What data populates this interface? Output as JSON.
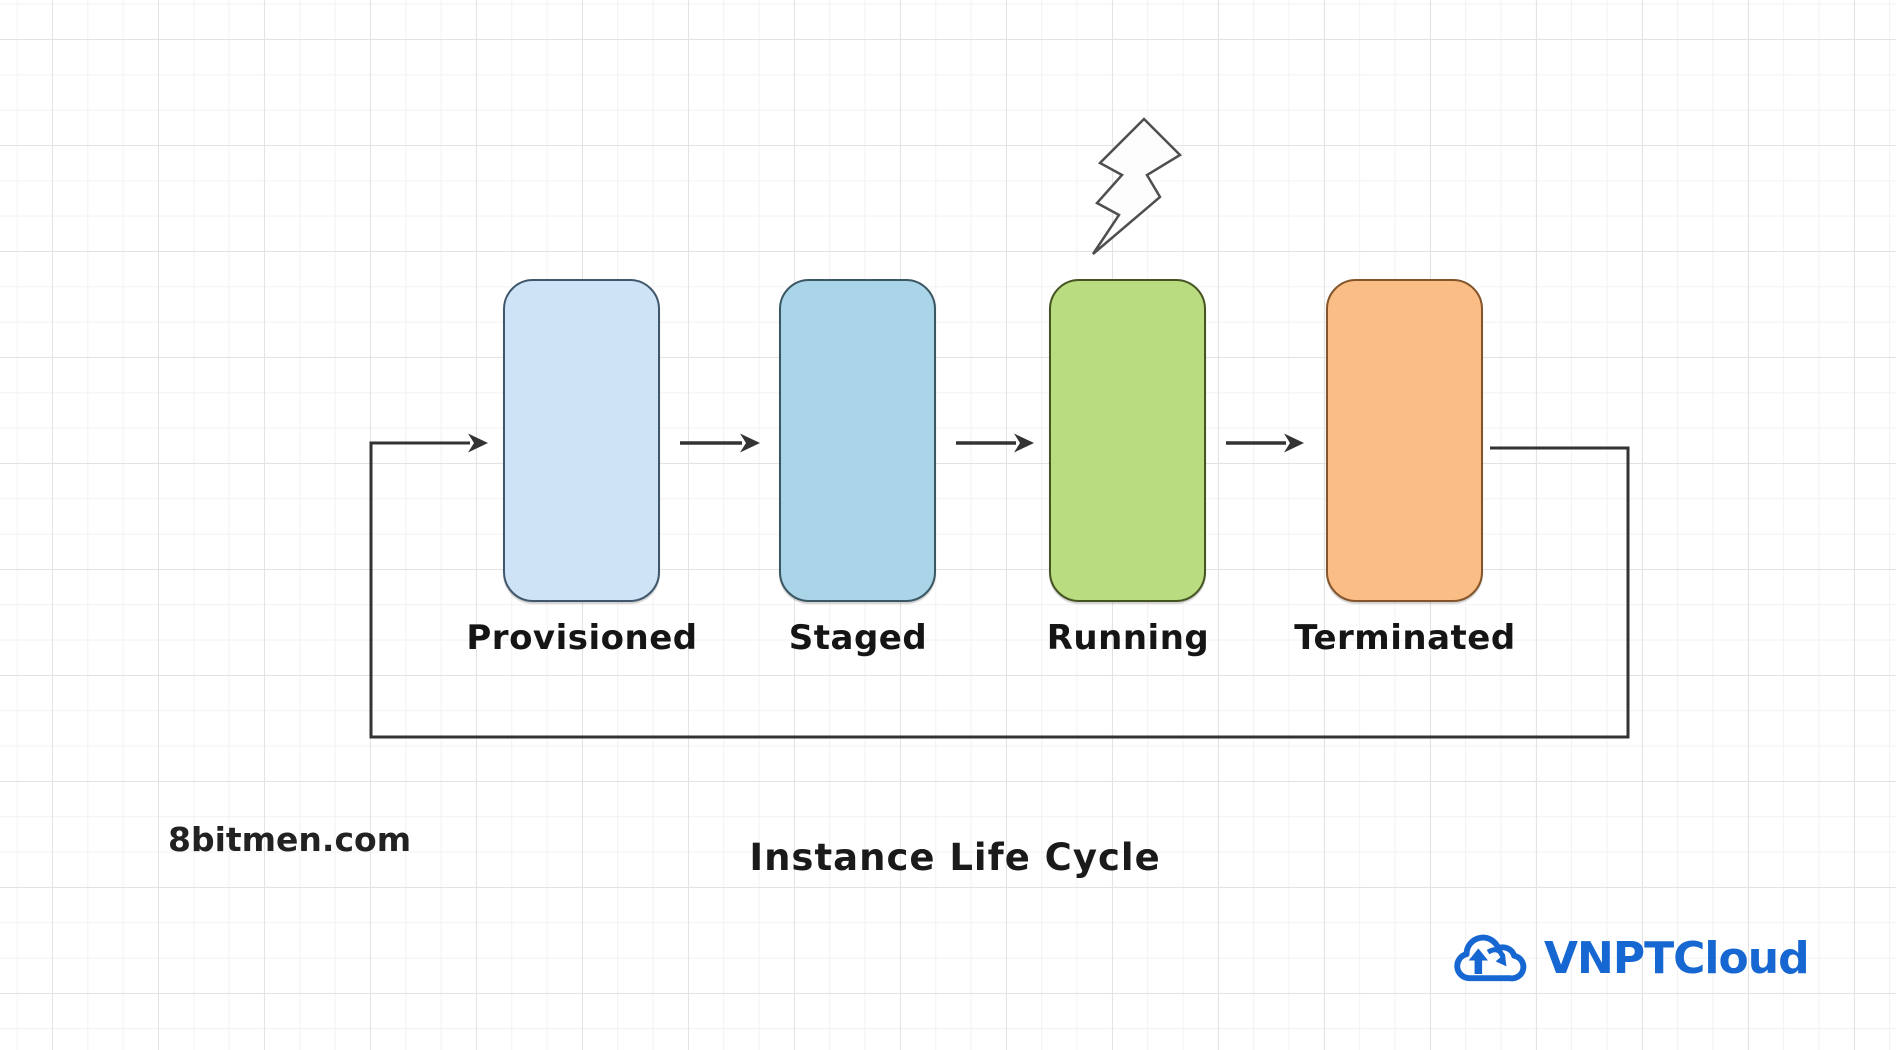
{
  "background": {
    "grid_major_color": "#e3e3e3",
    "grid_minor_color": "#f4f1f2"
  },
  "diagram": {
    "title": "Instance Life Cycle",
    "watermark": "8bitmen.com",
    "line_color": "#333333",
    "bolt_stroke": "#4f4f4f",
    "stages": [
      {
        "label": "Provisioned",
        "fill": "#cfe3f7",
        "stroke": "#41586c"
      },
      {
        "label": "Staged",
        "fill": "#aad4e8",
        "stroke": "#3a5763"
      },
      {
        "label": "Running",
        "fill": "#b9dc80",
        "stroke": "#465422"
      },
      {
        "label": "Terminated",
        "fill": "#f9bd85",
        "stroke": "#84552a"
      }
    ],
    "icons": {
      "lightning": "lightning-bolt-outline",
      "brand_cloud": "cloud-with-up-down-arrows"
    }
  },
  "brand": {
    "name": "VNPTCloud",
    "color": "#1767d2"
  }
}
